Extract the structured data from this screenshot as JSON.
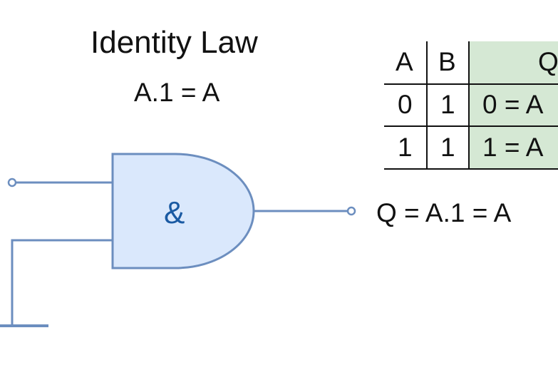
{
  "title": "Identity Law",
  "subtitle": "A.1 = A",
  "gate": {
    "symbol": "&",
    "fill": "#dae8fc",
    "stroke": "#6c8ebf"
  },
  "output_label": "Q = A.1 = A",
  "truth_table": {
    "headers": [
      "A",
      "B",
      "Q"
    ],
    "rows": [
      [
        "0",
        "1",
        "0 = A"
      ],
      [
        "1",
        "1",
        "1 = A"
      ]
    ],
    "q_column_fill": "#d5e8d4"
  }
}
